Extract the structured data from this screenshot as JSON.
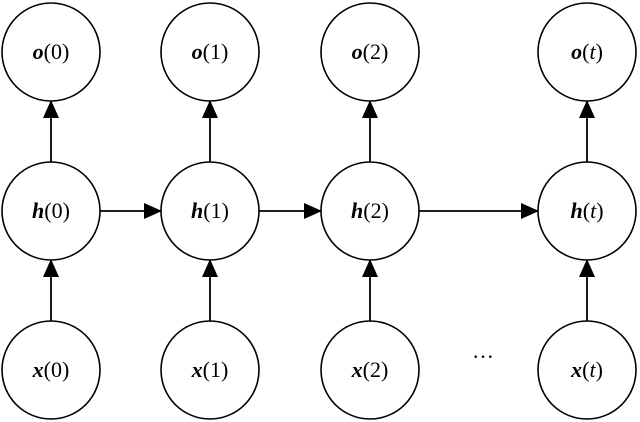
{
  "nodes": {
    "outputs": [
      {
        "var": "o",
        "open": "(",
        "arg": "0",
        "close": ")",
        "arg_italic": false
      },
      {
        "var": "o",
        "open": "(",
        "arg": "1",
        "close": ")",
        "arg_italic": false
      },
      {
        "var": "o",
        "open": "(",
        "arg": "2",
        "close": ")",
        "arg_italic": false
      },
      {
        "var": "o",
        "open": "(",
        "arg": "t",
        "close": ")",
        "arg_italic": true
      }
    ],
    "hidden": [
      {
        "var": "h",
        "open": "(",
        "arg": "0",
        "close": ")",
        "arg_italic": false
      },
      {
        "var": "h",
        "open": "(",
        "arg": "1",
        "close": ")",
        "arg_italic": false
      },
      {
        "var": "h",
        "open": "(",
        "arg": "2",
        "close": ")",
        "arg_italic": false
      },
      {
        "var": "h",
        "open": "(",
        "arg": "t",
        "close": ")",
        "arg_italic": true
      }
    ],
    "inputs": [
      {
        "var": "x",
        "open": "(",
        "arg": "0",
        "close": ")",
        "arg_italic": false
      },
      {
        "var": "x",
        "open": "(",
        "arg": "1",
        "close": ")",
        "arg_italic": false
      },
      {
        "var": "x",
        "open": "(",
        "arg": "2",
        "close": ")",
        "arg_italic": false
      },
      {
        "var": "x",
        "open": "(",
        "arg": "t",
        "close": ")",
        "arg_italic": true
      }
    ]
  },
  "ellipsis": "···",
  "colors": {
    "stroke": "#000000",
    "fill": "#ffffff"
  }
}
